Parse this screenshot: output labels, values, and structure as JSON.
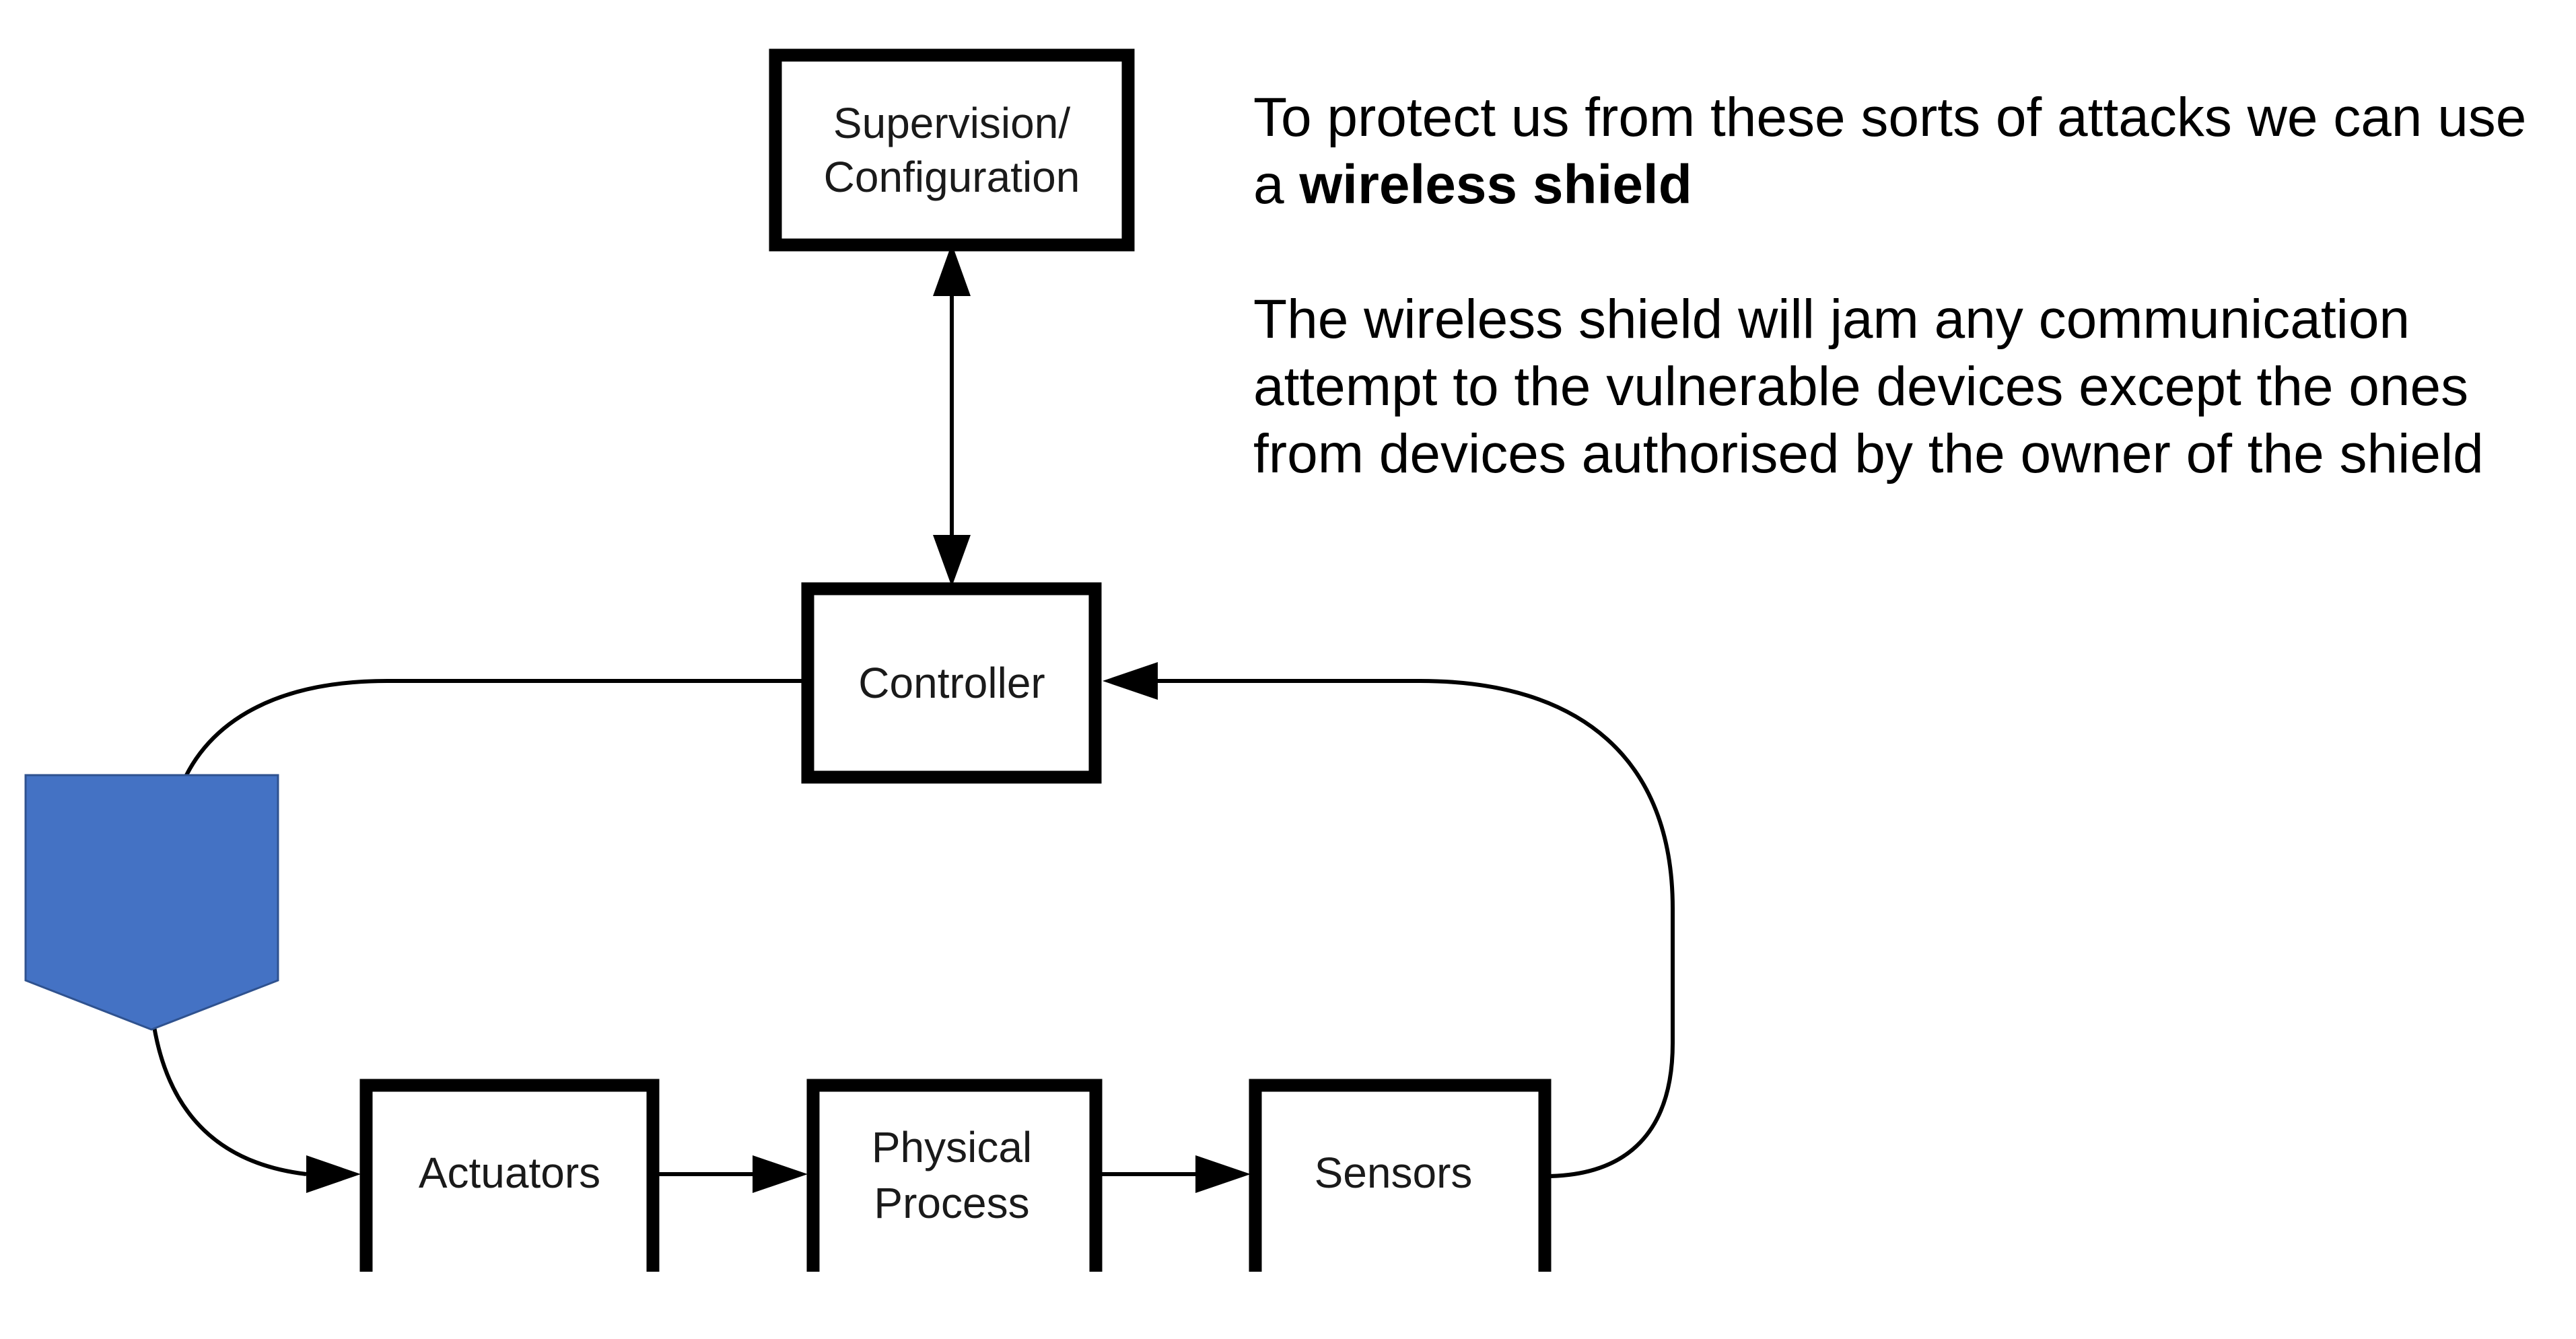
{
  "nodes": {
    "supervision": {
      "line1": "Supervision/",
      "line2": "Configuration"
    },
    "controller": {
      "label": "Controller"
    },
    "actuators": {
      "label": "Actuators"
    },
    "physical_process": {
      "line1": "Physical",
      "line2": "Process"
    },
    "sensors": {
      "label": "Sensors"
    }
  },
  "text": {
    "para1_prefix": "To protect us from these sorts of attacks we can use a ",
    "para1_bold": "wireless shield",
    "para2": "The wireless shield will jam any communication attempt to the vulnerable devices except the ones from devices authorised by the owner of the shield"
  },
  "colors": {
    "shield_fill": "#4472c4",
    "shield_stroke": "#2f528f"
  },
  "icons": {
    "shield": "shield-icon"
  }
}
